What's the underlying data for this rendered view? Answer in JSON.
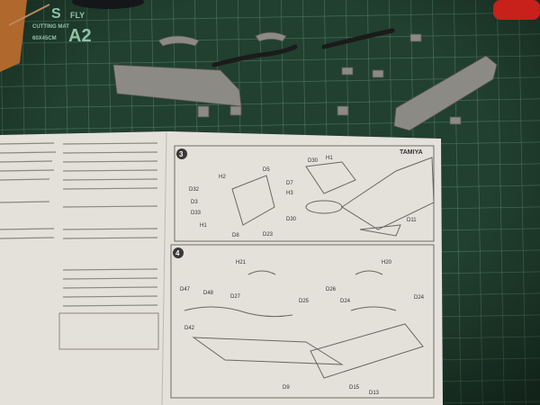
{
  "mat": {
    "grade": "A2",
    "product": "CUTTING MAT",
    "size": "60X45CM",
    "brand_partial": "FLY"
  },
  "sheet": {
    "brand": "TAMIYA",
    "steps": [
      {
        "number": "3",
        "parts": [
          "D5",
          "H2",
          "D32",
          "D3",
          "D33",
          "H1",
          "D8",
          "D23",
          "D30",
          "H1",
          "D7",
          "H3",
          "D30",
          "D11"
        ]
      },
      {
        "number": "4",
        "parts": [
          "H21",
          "H20",
          "D47",
          "D48",
          "D27",
          "D26",
          "D25",
          "D24",
          "D42",
          "D9",
          "D15",
          "D13",
          "D24"
        ]
      }
    ]
  },
  "colors": {
    "mat": "#1f3a2c",
    "grid": "#6e9a82",
    "paper": "#e4e1da",
    "plastic": "#8c8a85",
    "wood": "#b0682c",
    "red": "#c8201a"
  }
}
